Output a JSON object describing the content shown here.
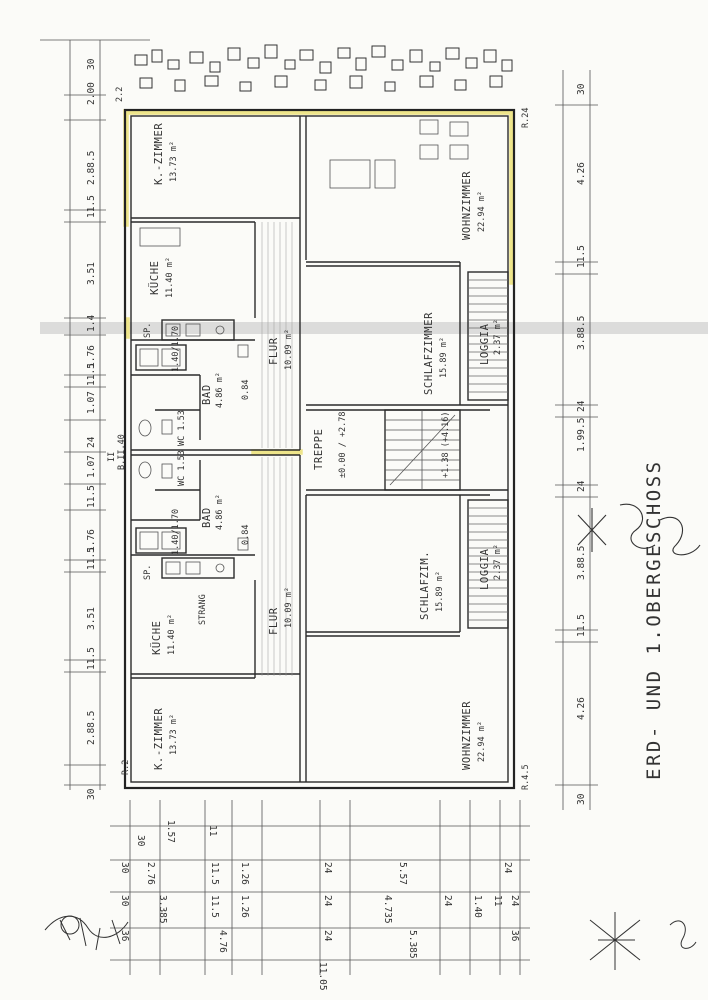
{
  "colors": {
    "ink": "#2b2b2b",
    "paper": "#fbfbf8",
    "highlight": "#eee58a",
    "scan_band": "#c4c4c4"
  },
  "title": "ERD- UND 1.OBERGESCHOSS",
  "right_dims": [
    "30",
    "4.26",
    "11.5",
    "3.88.5",
    "24",
    "1.99.5",
    "24",
    "3.88.5",
    "11.5",
    "4.26",
    "30"
  ],
  "left_dims": [
    "30",
    "2.00",
    "2.88.5",
    "11.5",
    "3.51",
    "1.4",
    "1.76",
    "11.5",
    "1.07",
    "24",
    "1.07",
    "11.5",
    "1.76",
    "11.5",
    "3.51",
    "11.5",
    "2.88.5",
    "30"
  ],
  "top_corner_labels": [
    "2.2",
    "R.24"
  ],
  "bottom_corner_labels": [
    "R.2",
    "R.4.5"
  ],
  "axis_markers": [
    "II",
    "B.II.40"
  ],
  "rooms": [
    {
      "name": "K.-ZIMMER",
      "area": "13.73 m²"
    },
    {
      "name": "WOHNZIMMER",
      "area": "22.94 m²"
    },
    {
      "name": "KÜCHE",
      "area": "11.40 m²"
    },
    {
      "name": "SCHLAFZIMMER",
      "area": "15.89 m²"
    },
    {
      "name": "FLUR",
      "area": "10.09 m²"
    },
    {
      "name": "LOGGIA",
      "area": "2.37 m²"
    },
    {
      "name": "BAD",
      "area": "4.86 m²"
    },
    {
      "name": "TREPPE",
      "area": "±0.00 / +2.78"
    },
    {
      "name": "BAD",
      "area": "4.86 m²"
    },
    {
      "name": "SCHLAFZIM.",
      "area": "15.89 m²"
    },
    {
      "name": "LOGGIA",
      "area": "2.37 m²"
    },
    {
      "name": "KÜCHE",
      "area": "11.40 m²"
    },
    {
      "name": "FLUR",
      "area": "10.09 m²"
    },
    {
      "name": "WOHNZIMMER",
      "area": "22.94 m²"
    },
    {
      "name": "K.-ZIMMER",
      "area": "13.73 m²"
    }
  ],
  "small_labels": [
    "+1.38 (+4.16)",
    "STRANG",
    "SP.",
    "SP.",
    "WC 1.53",
    "WC 1.53",
    "0.84",
    "0.84",
    "1.40/1.70",
    "1.40/1.70"
  ],
  "bottom_dim_rows": [
    [
      "30",
      "1.57",
      "11"
    ],
    [
      "30",
      "2.76",
      "11.5",
      "1.26",
      "24",
      "5.57",
      "24"
    ],
    [
      "30",
      "3.385",
      "11.5",
      "1.26",
      "24",
      "4.735",
      "24",
      "1.40",
      "11",
      "24"
    ],
    [
      "36",
      "4.76",
      "24",
      "5.385",
      "36"
    ]
  ],
  "overall_dim": "11.05"
}
